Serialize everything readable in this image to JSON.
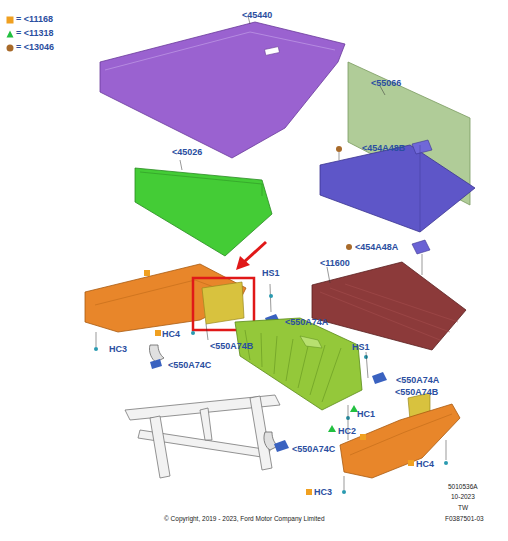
{
  "diagram": {
    "labels": [
      "<45440",
      "<55066",
      "<454A48B",
      "<45026",
      "<454A48A",
      "<11600",
      "HS1",
      "<550A74A",
      "HC4",
      "<550A74B",
      "HC3",
      "<550A74C",
      "HS1",
      "<550A74A",
      "<550A74B",
      "HC1",
      "HC2",
      "<550A74C",
      "HC4",
      "HC3",
      "5010536A",
      "10-2023",
      "TW",
      "F0387501-03",
      "© Copyright, 2019 - 2023, Ford Motor Company Limited"
    ],
    "legend": [
      {
        "text": "= <11168",
        "color": "#f0a020"
      },
      {
        "text": "= <11318",
        "color": "#22c040"
      },
      {
        "text": "= <13046",
        "color": "#a86a2a"
      }
    ]
  }
}
